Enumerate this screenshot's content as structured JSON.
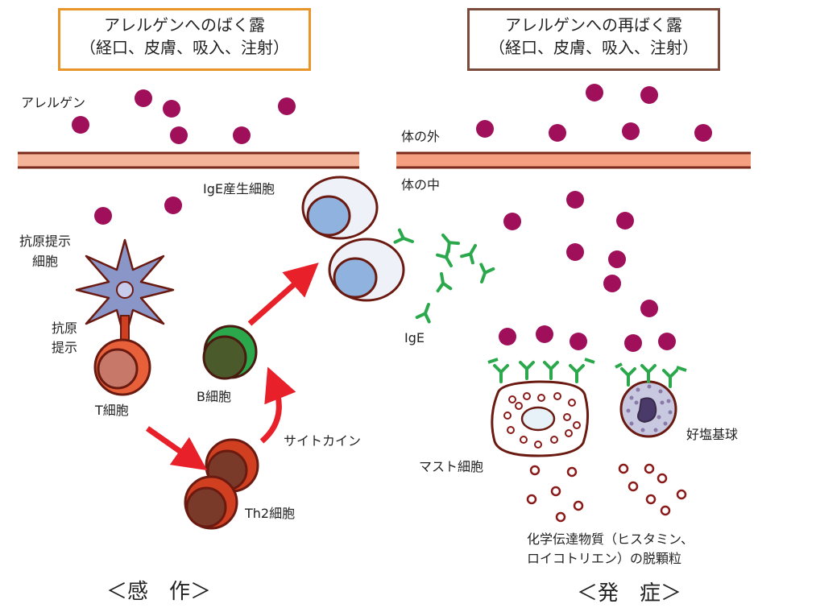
{
  "headers": {
    "left_line1": "アレルゲンへのばく露",
    "left_line2": "（経口、皮膚、吸入、注射）",
    "right_line1": "アレルゲンへの再ばく露",
    "right_line2": "（経口、皮膚、吸入、注射）"
  },
  "labels": {
    "allergen": "アレルゲン",
    "outside": "体の外",
    "inside": "体の中",
    "ige_cell": "IgE産生細胞",
    "apc_1": "抗原提示",
    "apc_2": "細胞",
    "presentation_1": "抗原",
    "presentation_2": "提示",
    "t_cell": "T細胞",
    "b_cell": "B細胞",
    "cytokine": "サイトカイン",
    "th2": "Th2細胞",
    "ige": "IgE",
    "mast_cell": "マスト細胞",
    "basophil": "好塩基球",
    "mediators_1": "化学伝達物質（ヒスタミン、",
    "mediators_2": "ロイコトリエン）の脱顆粒"
  },
  "phases": {
    "sensitization": "＜感　作＞",
    "onset": "＜発　症＞"
  },
  "colors": {
    "allergen": "#a0105a",
    "membrane": "#f4b49a",
    "arrow": "#e8202a",
    "ige": "#2ca84c",
    "cell_red": "#d04020",
    "nucleus_brown": "#7a3a2a",
    "ige_cell_nucleus": "#8fb3de",
    "apc": "#8a96c8",
    "header_left_border": "#e8962a",
    "header_right_border": "#7a4a3a"
  }
}
